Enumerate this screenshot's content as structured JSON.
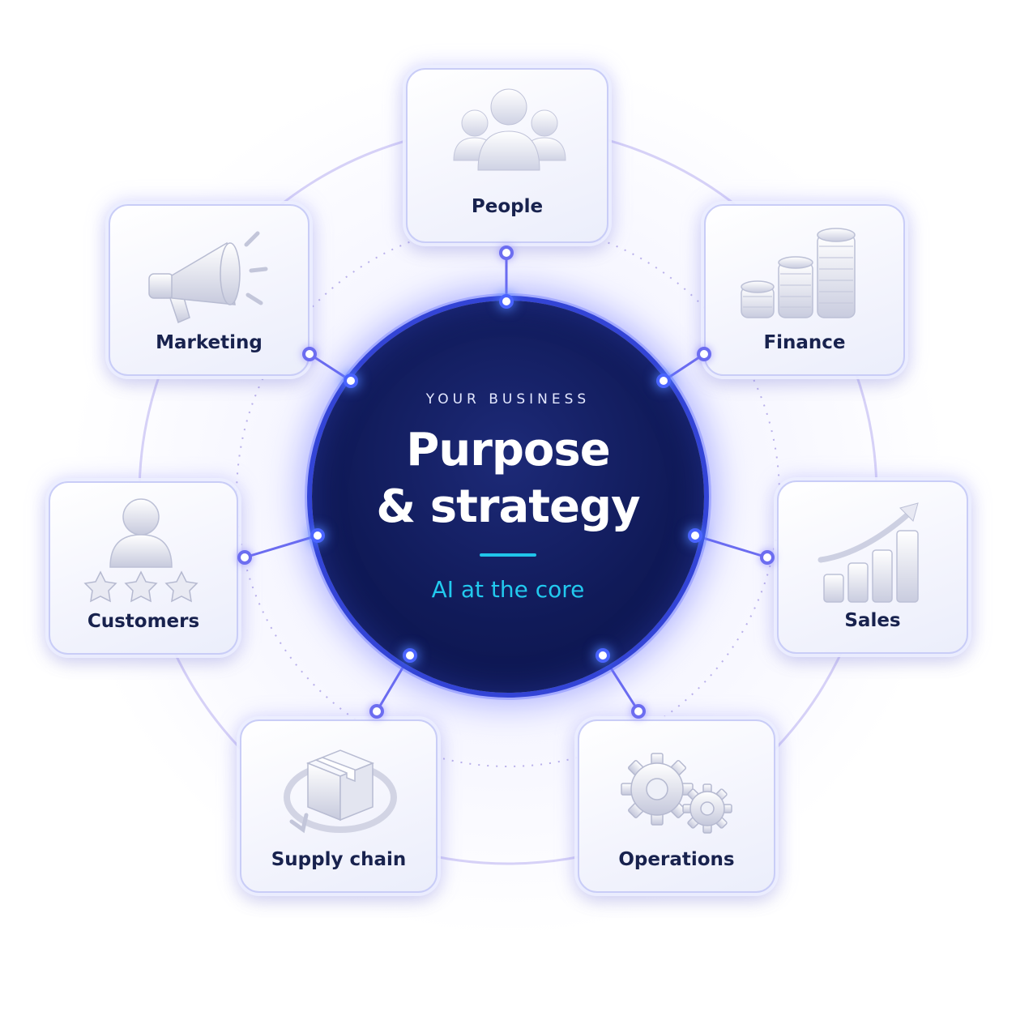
{
  "hub": {
    "kicker": "YOUR BUSINESS",
    "title_line1": "Purpose",
    "title_line2": "& strategy",
    "subtitle": "AI at the core"
  },
  "nodes": [
    {
      "id": "people",
      "label": "People",
      "icon": "people-icon"
    },
    {
      "id": "finance",
      "label": "Finance",
      "icon": "coin-stacks-icon"
    },
    {
      "id": "sales",
      "label": "Sales",
      "icon": "growth-chart-icon"
    },
    {
      "id": "operations",
      "label": "Operations",
      "icon": "gears-icon"
    },
    {
      "id": "supply",
      "label": "Supply chain",
      "icon": "box-cycle-icon"
    },
    {
      "id": "customers",
      "label": "Customers",
      "icon": "customer-rating-icon"
    },
    {
      "id": "marketing",
      "label": "Marketing",
      "icon": "megaphone-icon"
    }
  ],
  "colors": {
    "hub_fill": "#101a58",
    "hub_ring": "#3344d6",
    "accent": "#22c9ee",
    "connector": "#6c6df0",
    "label": "#18224e"
  }
}
